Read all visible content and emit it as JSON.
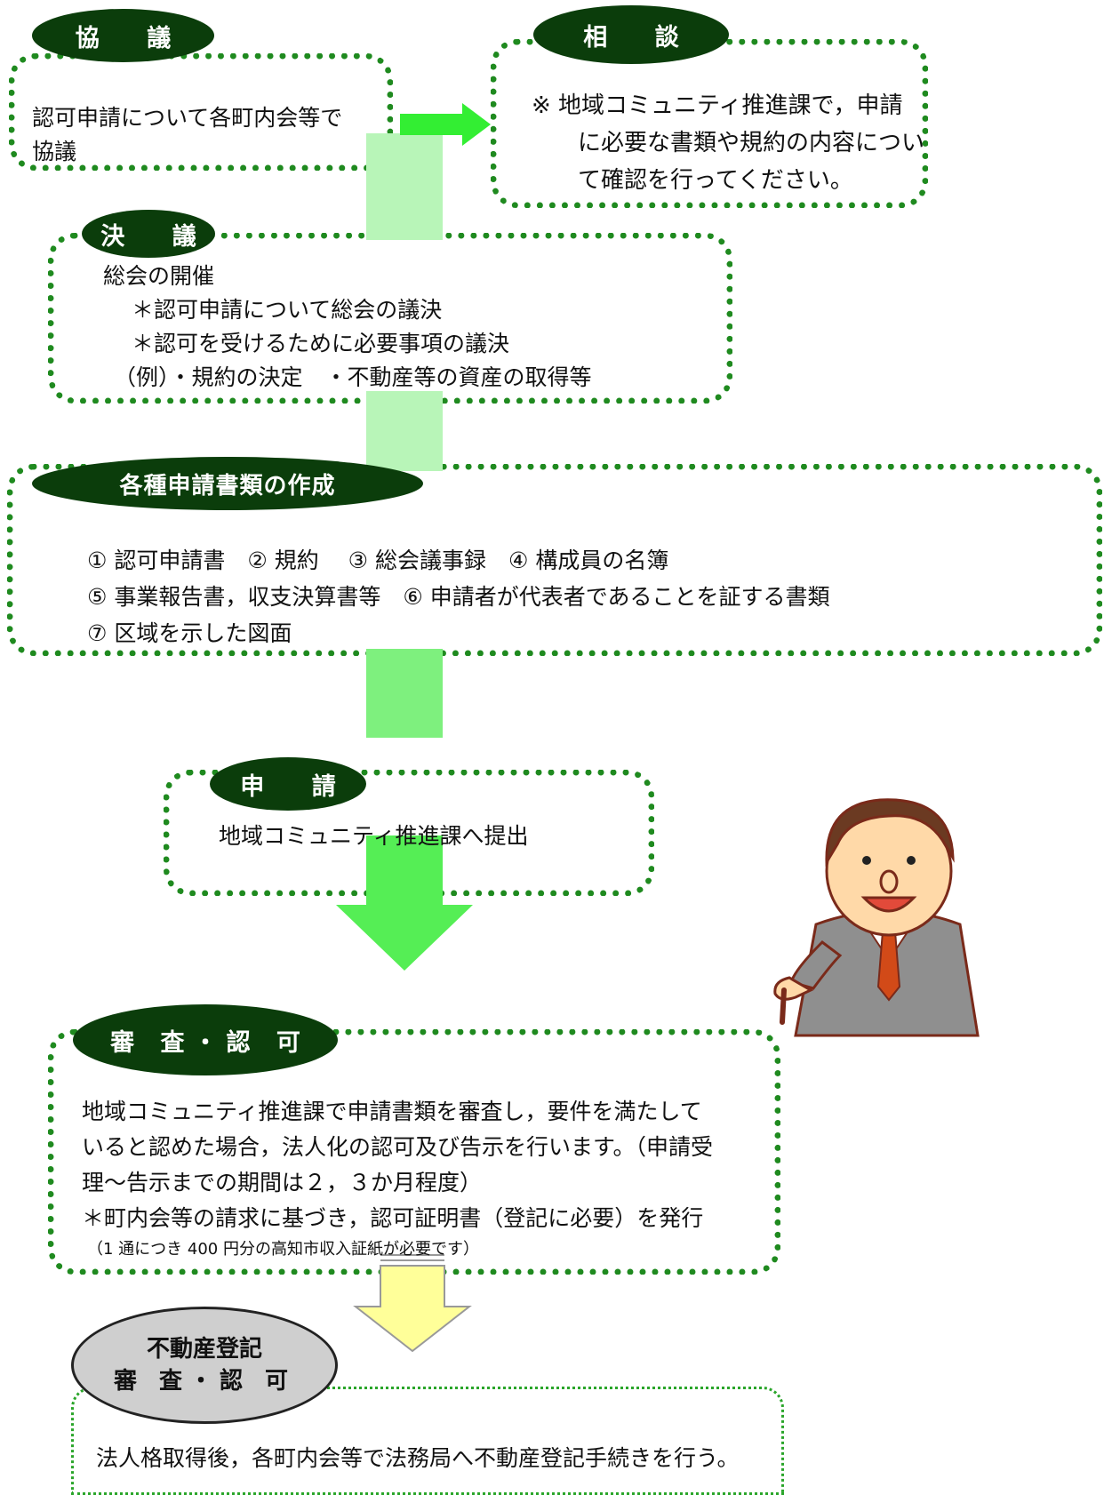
{
  "nodes": {
    "kyogi": {
      "title": "協 議",
      "lines": [
        "認可申請について各町内会等で",
        "協議"
      ]
    },
    "sodan": {
      "title": "相 談",
      "lines": [
        "※ 地域コミュニティ推進課で，申請",
        "に必要な書類や規約の内容につい",
        "て確認を行ってください。"
      ]
    },
    "ketsugi": {
      "title": "決 議",
      "lines": [
        "総会の開催",
        "＊認可申請について総会の議決",
        "＊認可を受けるために必要事項の議決",
        "（例）・規約の決定　・不動産等の資産の取得等"
      ]
    },
    "sakusei": {
      "title": "各種申請書類の作成",
      "lines": [
        "① 認可申請書　② 規約　 ③ 総会議事録　④ 構成員の名簿",
        "⑤ 事業報告書，収支決算書等　⑥ 申請者が代表者であることを証する書類",
        "⑦ 区域を示した図面"
      ]
    },
    "shinsei": {
      "title": "申 請",
      "lines": [
        "地域コミュニティ推進課へ提出"
      ]
    },
    "shinsa": {
      "title": "審 査・認 可",
      "lines": [
        "地域コミュニティ推進課で申請書類を審査し，要件を満たして",
        "いると認めた場合，法人化の認可及び告示を行います。（申請受",
        "理〜告示までの期間は２，３か月程度）",
        "＊町内会等の請求に基づき，認可証明書（登記に必要）を発行"
      ],
      "note": "（1 通につき 400 円分の高知市収入証紙が必要です）"
    },
    "fudosan": {
      "title_lines": [
        "不動産登記",
        "審 査・認 可"
      ],
      "lines": [
        "法人格取得後，各町内会等で法務局へ不動産登記手続きを行う。"
      ]
    }
  },
  "colors": {
    "border": "#1f8a1f",
    "pill": "#0b3d0b",
    "arrow": "#33ee33",
    "connector": "#b8f5b8",
    "yellow_arrow": "#ffff99"
  }
}
